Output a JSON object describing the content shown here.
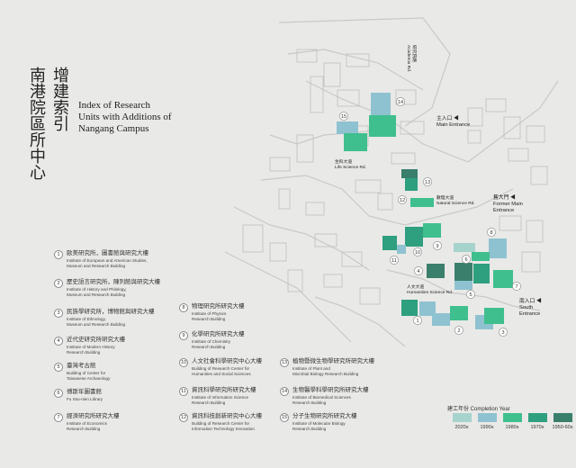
{
  "title": {
    "zh_col_right": "增建索引",
    "zh_col_left": "南港院區所中心",
    "en_lines": [
      "Index of Research",
      "Units with Additions of",
      "Nangang Campus"
    ]
  },
  "units": [
    {
      "num": "1",
      "zh": "歐美研究所，圖書館與研究大樓",
      "en": [
        "Institute of European and American Studies,",
        "Museum and Research Building"
      ]
    },
    {
      "num": "2",
      "zh": "歷史語言研究所，陳列館與研究大樓",
      "en": [
        "Institute of History and Philology,",
        "Museum and Research Building"
      ]
    },
    {
      "num": "3",
      "zh": "民族學研究所，博物館與研究大樓",
      "en": [
        "Institute of Ethnology,",
        "Museum and Research Building"
      ]
    },
    {
      "num": "4",
      "zh": "近代史研究所研究大樓",
      "en": [
        "Institute of Modern History",
        "Research Building"
      ]
    },
    {
      "num": "5",
      "zh": "臺灣考古館",
      "en": [
        "Building of Center for",
        "Taiwanese Archaeology"
      ]
    },
    {
      "num": "6",
      "zh": "傅斯年圖書館",
      "en": [
        "Fu Ssu-nien Library"
      ]
    },
    {
      "num": "7",
      "zh": "經濟研究所研究大樓",
      "en": [
        "Institute of Economics",
        "Research Building"
      ]
    },
    {
      "num": "8",
      "zh": "物理研究所研究大樓",
      "en": [
        "Institute of Physics",
        "Research Building"
      ]
    },
    {
      "num": "9",
      "zh": "化學研究所研究大樓",
      "en": [
        "Institute of Chemistry",
        "Research Building"
      ]
    },
    {
      "num": "10",
      "zh": "人文社會科學研究中心大樓",
      "en": [
        "Building of Research Center for",
        "Humanities and Social Sciences"
      ]
    },
    {
      "num": "11",
      "zh": "資訊科學研究所研究大樓",
      "en": [
        "Institute of Information Science",
        "Research Building"
      ]
    },
    {
      "num": "12",
      "zh": "資訊科技創新研究中心大樓",
      "en": [
        "Building of Research Center for",
        "Information Technology Innovation"
      ]
    },
    {
      "num": "13",
      "zh": "植物暨微生物學研究所研究大樓",
      "en": [
        "Institute of Plant and",
        "Microbial Biology Research Building"
      ]
    },
    {
      "num": "14",
      "zh": "生物醫學科學研究所研究大樓",
      "en": [
        "Institute of Biomedical Sciences",
        "Research Building"
      ]
    },
    {
      "num": "15",
      "zh": "分子生物研究所研究大樓",
      "en": [
        "Institute of Molecular Biology",
        "Research Building"
      ]
    }
  ],
  "completion_key": {
    "title": "建工年份 Completion Year",
    "items": [
      {
        "label": "2020s",
        "color": "#a7d3cd"
      },
      {
        "label": "1990s",
        "color": "#8fc2d0"
      },
      {
        "label": "1980s",
        "color": "#3fbf8e"
      },
      {
        "label": "1970s",
        "color": "#2e9f7f"
      },
      {
        "label": "1950-60s",
        "color": "#3a7f6c"
      }
    ]
  },
  "map": {
    "main_entrance": {
      "zh": "主入口 ◀",
      "en": "Main Entrance"
    },
    "former_main": {
      "zh": "舊大門 ◀",
      "en": [
        "Former Main",
        "Entrance"
      ]
    },
    "south_entrance": {
      "zh": "南入口 ◀",
      "en": [
        "South",
        "Entrance"
      ]
    },
    "road_science": {
      "zh": "生科大道",
      "en": "Life Science Rd."
    },
    "road_natural": {
      "zh": "數理大道",
      "en": "Natural Science Rd."
    },
    "road_humanities": {
      "zh": "人文大道",
      "en": "Humanities Science Rd."
    },
    "road_academia": {
      "zh": "研究院路",
      "en": "Academia Rd."
    },
    "markers": [
      "1",
      "2",
      "3",
      "4",
      "5",
      "6",
      "7",
      "8",
      "9",
      "10",
      "11",
      "12",
      "13",
      "14",
      "15"
    ]
  }
}
